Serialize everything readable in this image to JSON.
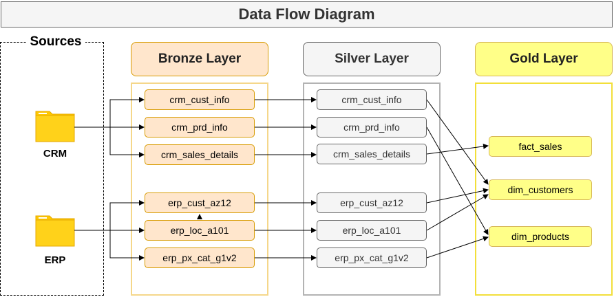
{
  "title": "Data Flow Diagram",
  "sources": {
    "label": "Sources",
    "systems": [
      {
        "name": "CRM",
        "icon": "folder-icon"
      },
      {
        "name": "ERP",
        "icon": "folder-icon"
      }
    ]
  },
  "layers": {
    "bronze": {
      "label": "Bronze Layer",
      "tables": [
        "crm_cust_info",
        "crm_prd_info",
        "crm_sales_details",
        "erp_cust_az12",
        "erp_loc_a101",
        "erp_px_cat_g1v2"
      ]
    },
    "silver": {
      "label": "Silver Layer",
      "tables": [
        "crm_cust_info",
        "crm_prd_info",
        "crm_sales_details",
        "erp_cust_az12",
        "erp_loc_a101",
        "erp_px_cat_g1v2"
      ]
    },
    "gold": {
      "label": "Gold Layer",
      "tables": [
        "fact_sales",
        "dim_customers",
        "dim_products"
      ]
    }
  },
  "colors": {
    "bronze_fill": "#ffe6cc",
    "bronze_stroke": "#d79b00",
    "silver_fill": "#f5f5f5",
    "silver_stroke": "#666666",
    "gold_fill": "#ffff88",
    "gold_stroke": "#d6b656",
    "folder": "#ffc800"
  }
}
